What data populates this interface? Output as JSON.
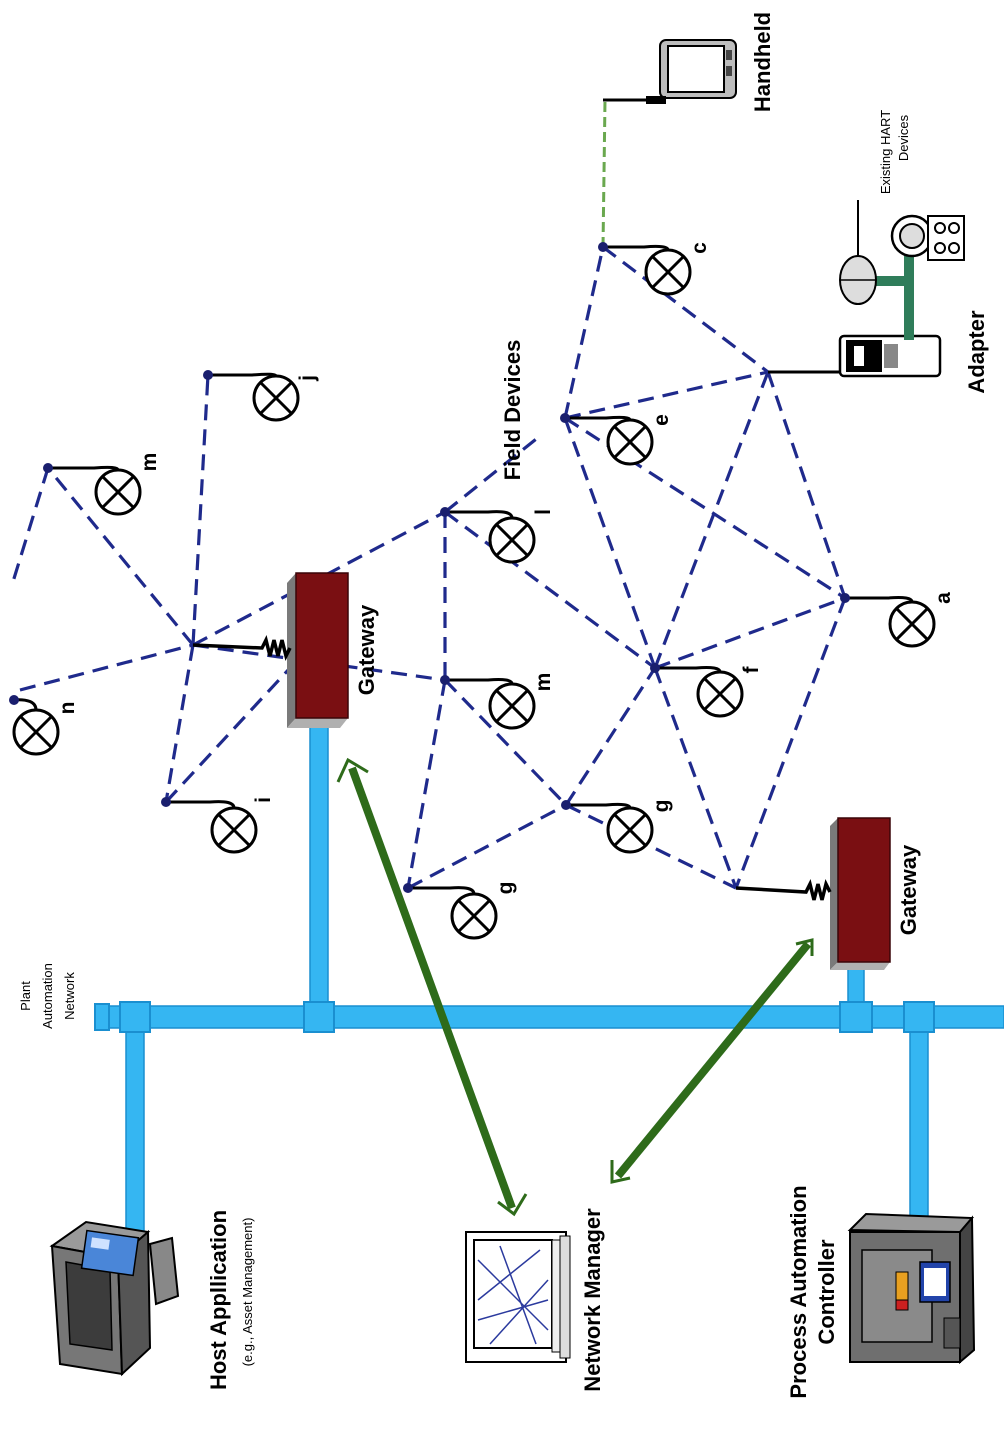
{
  "labels": {
    "plant_network": [
      "Plant",
      "Automation",
      "Network"
    ],
    "host_application": "Host Appllication",
    "host_sub": "(e.g., Asset Management)",
    "network_manager": "Network Manager",
    "process_controller": [
      "Process Automation",
      "Controller"
    ],
    "gateway_top": "Gateway",
    "gateway_bottom": "Gateway",
    "field_devices": "Field Devices",
    "handheld": "Handheld",
    "existing_hart": [
      "Existing HART",
      "Devices"
    ],
    "adapter": "Adapter"
  },
  "field_devices": [
    {
      "id": "i",
      "label": "i"
    },
    {
      "id": "n",
      "label": "n"
    },
    {
      "id": "m1",
      "label": "m"
    },
    {
      "id": "j",
      "label": "j"
    },
    {
      "id": "m2",
      "label": "m"
    },
    {
      "id": "l",
      "label": "l"
    },
    {
      "id": "g1",
      "label": "g"
    },
    {
      "id": "g2",
      "label": "g"
    },
    {
      "id": "e",
      "label": "e"
    },
    {
      "id": "f",
      "label": "f"
    },
    {
      "id": "a",
      "label": "a"
    },
    {
      "id": "c",
      "label": "c"
    }
  ],
  "colors": {
    "bus": "#35b6f2",
    "mesh": "#1f2a8c",
    "arrow": "#2e6b1a",
    "gateway": "#7a0f12"
  }
}
